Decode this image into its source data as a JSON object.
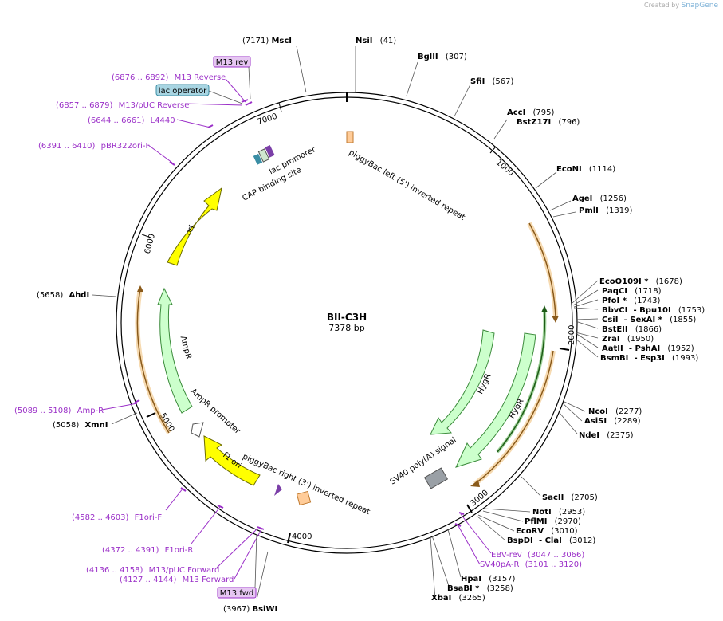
{
  "credit": {
    "prefix": "Created by",
    "brand": "SnapGene"
  },
  "plasmid": {
    "name": "BII-C3H",
    "size": "7378 bp"
  },
  "ticks": [
    "1000",
    "2000",
    "3000",
    "4000",
    "5000",
    "6000",
    "7000"
  ],
  "sites": [
    {
      "name": "MscI",
      "pos": "(7171)"
    },
    {
      "name": "NsiI",
      "pos": "(41)"
    },
    {
      "name": "BglII",
      "pos": "(307)"
    },
    {
      "name": "SfiI",
      "pos": "(567)"
    },
    {
      "name": "AccI",
      "pos": "(795)"
    },
    {
      "name": "BstZ17I",
      "pos": "(796)"
    },
    {
      "name": "EcoNI",
      "pos": "(1114)"
    },
    {
      "name": "AgeI",
      "pos": "(1256)"
    },
    {
      "name": "PmlI",
      "pos": "(1319)"
    },
    {
      "name": "EcoO109I *",
      "pos": "(1678)"
    },
    {
      "name": "PaqCI",
      "pos": "(1718)"
    },
    {
      "name": "PfoI *",
      "pos": "(1743)"
    },
    {
      "name": "BbvCI",
      "name2": "- Bpu10I",
      "pos": "(1753)"
    },
    {
      "name": "CsiI",
      "name2": "- SexAI *",
      "pos": "(1855)"
    },
    {
      "name": "BstEII",
      "pos": "(1866)"
    },
    {
      "name": "ZraI",
      "pos": "(1950)"
    },
    {
      "name": "AatII",
      "name2": "- PshAI",
      "pos": "(1952)"
    },
    {
      "name": "BsmBI",
      "name2": "- Esp3I",
      "pos": "(1993)"
    },
    {
      "name": "NcoI",
      "pos": "(2277)"
    },
    {
      "name": "AsiSI",
      "pos": "(2289)"
    },
    {
      "name": "NdeI",
      "pos": "(2375)"
    },
    {
      "name": "SacII",
      "pos": "(2705)"
    },
    {
      "name": "NotI",
      "pos": "(2953)"
    },
    {
      "name": "PflMI",
      "pos": "(2970)"
    },
    {
      "name": "EcoRV",
      "pos": "(3010)"
    },
    {
      "name": "BspDI",
      "name2": "- ClaI",
      "pos": "(3012)"
    },
    {
      "name": "HpaI",
      "pos": "(3157)"
    },
    {
      "name": "BsaBI *",
      "pos": "(3258)"
    },
    {
      "name": "XbaI",
      "pos": "(3265)"
    },
    {
      "name": "BsiWI",
      "pos": "(3967)"
    },
    {
      "name": "XmnI",
      "pos": "(5058)"
    },
    {
      "name": "AhdI",
      "pos": "(5658)"
    }
  ],
  "primers": [
    {
      "range": "(6876 .. 6892)",
      "name": "M13 Reverse"
    },
    {
      "range": "(6857 .. 6879)",
      "name": "M13/pUC Reverse"
    },
    {
      "range": "(6644 .. 6661)",
      "name": "L4440"
    },
    {
      "range": "(6391 .. 6410)",
      "name": "pBR322ori-F"
    },
    {
      "range": "(5089 .. 5108)",
      "name": "Amp-R"
    },
    {
      "range": "(4582 .. 4603)",
      "name": "F1ori-F"
    },
    {
      "range": "(4372 .. 4391)",
      "name": "F1ori-R"
    },
    {
      "range": "(4136 .. 4158)",
      "name": "M13/pUC Forward"
    },
    {
      "range": "(4127 .. 4144)",
      "name": "M13 Forward"
    },
    {
      "name": "EBV-rev",
      "range": "(3047 .. 3066)"
    },
    {
      "name": "SV40pA-R",
      "range": "(3101 .. 3120)"
    }
  ],
  "boxes": {
    "m13rev": "M13 rev",
    "lac_operator": "lac operator",
    "m13fwd": "M13 fwd"
  },
  "features": {
    "lac_promoter": "lac promoter",
    "cap_site": "CAP binding site",
    "pb_left": "piggyBac left (5') inverted repeat",
    "pb_right": "piggyBac right (3') inverted repeat",
    "ori": "ori",
    "ampr": "AmpR",
    "ampr_promoter": "AmpR promoter",
    "f1ori": "f1 ori",
    "hygr1": "HygR",
    "hygr2": "HygR",
    "sv40": "SV40 poly(A) signal"
  },
  "colors": {
    "primer": "#9b30c8",
    "ori": "#ffff00",
    "ampr": "#ccffcc",
    "orange": "#e8a33c",
    "hyg_green": "#3fa535",
    "sv40": "#9aa0a6",
    "lacop": "#a8d5e2"
  }
}
